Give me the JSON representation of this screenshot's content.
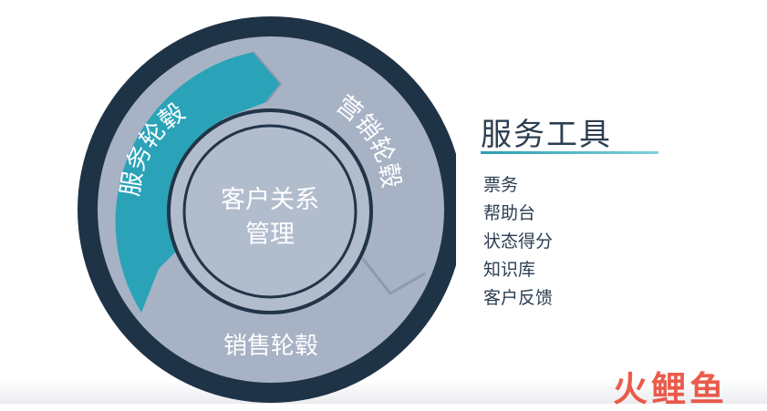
{
  "diagram": {
    "service_wheel": "服务轮毂",
    "marketing_wheel": "营销轮毂",
    "sales_wheel": "销售轮毂",
    "center_line1": "客户关系",
    "center_line2": "管理",
    "colors": {
      "outer_ring": "#1f3347",
      "service": "#2aa3b8",
      "wheel": "#a7b2c5",
      "center": "#b1bccd"
    }
  },
  "tools": {
    "title": "服务工具",
    "items": [
      "票务",
      "帮助台",
      "状态得分",
      "知识库",
      "客户反馈"
    ]
  },
  "watermark": "火鲤鱼"
}
